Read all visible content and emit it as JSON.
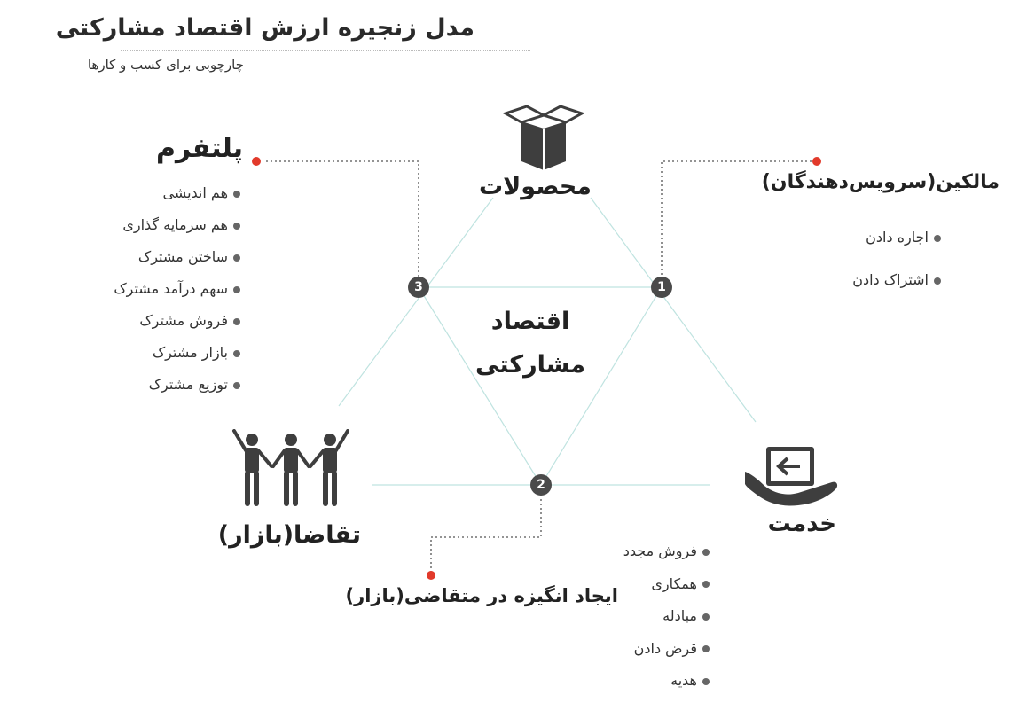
{
  "title": "مدل زنجیره ارزش اقتصاد مشارکتی",
  "subtitle": "چارچوبی برای کسب و کارها",
  "center": {
    "line1": "اقتصاد",
    "line2": "مشارکتی"
  },
  "nodes": {
    "products": "محصولات",
    "platform": "پلتفرم",
    "owners": "مالکین(سرویس‌دهندگان)",
    "service": "خدمت",
    "demand": "تقاضا(بازار)",
    "stimulate": "ایجاد انگیزه در متقاضی(بازار)"
  },
  "numbers": [
    "1",
    "2",
    "3"
  ],
  "platform_items": [
    "هم اندیشی",
    "هم سرمایه گذاری",
    "ساختن مشترک",
    "سهم درآمد مشترک",
    "فروش مشترک",
    "بازار مشترک",
    "توزیع مشترک"
  ],
  "owner_items": [
    "اجاره دادن",
    "اشتراک دادن"
  ],
  "service_items": [
    "فروش مجدد",
    "همکاری",
    "مبادله",
    "قرض دادن",
    "هدیه"
  ],
  "colors": {
    "line": "#bfe3e0",
    "accent": "#e23a2b",
    "icon": "#3e3e3e"
  },
  "icons": {
    "products": "box-icon",
    "service": "hand-tablet-icon",
    "demand": "people-icon"
  }
}
